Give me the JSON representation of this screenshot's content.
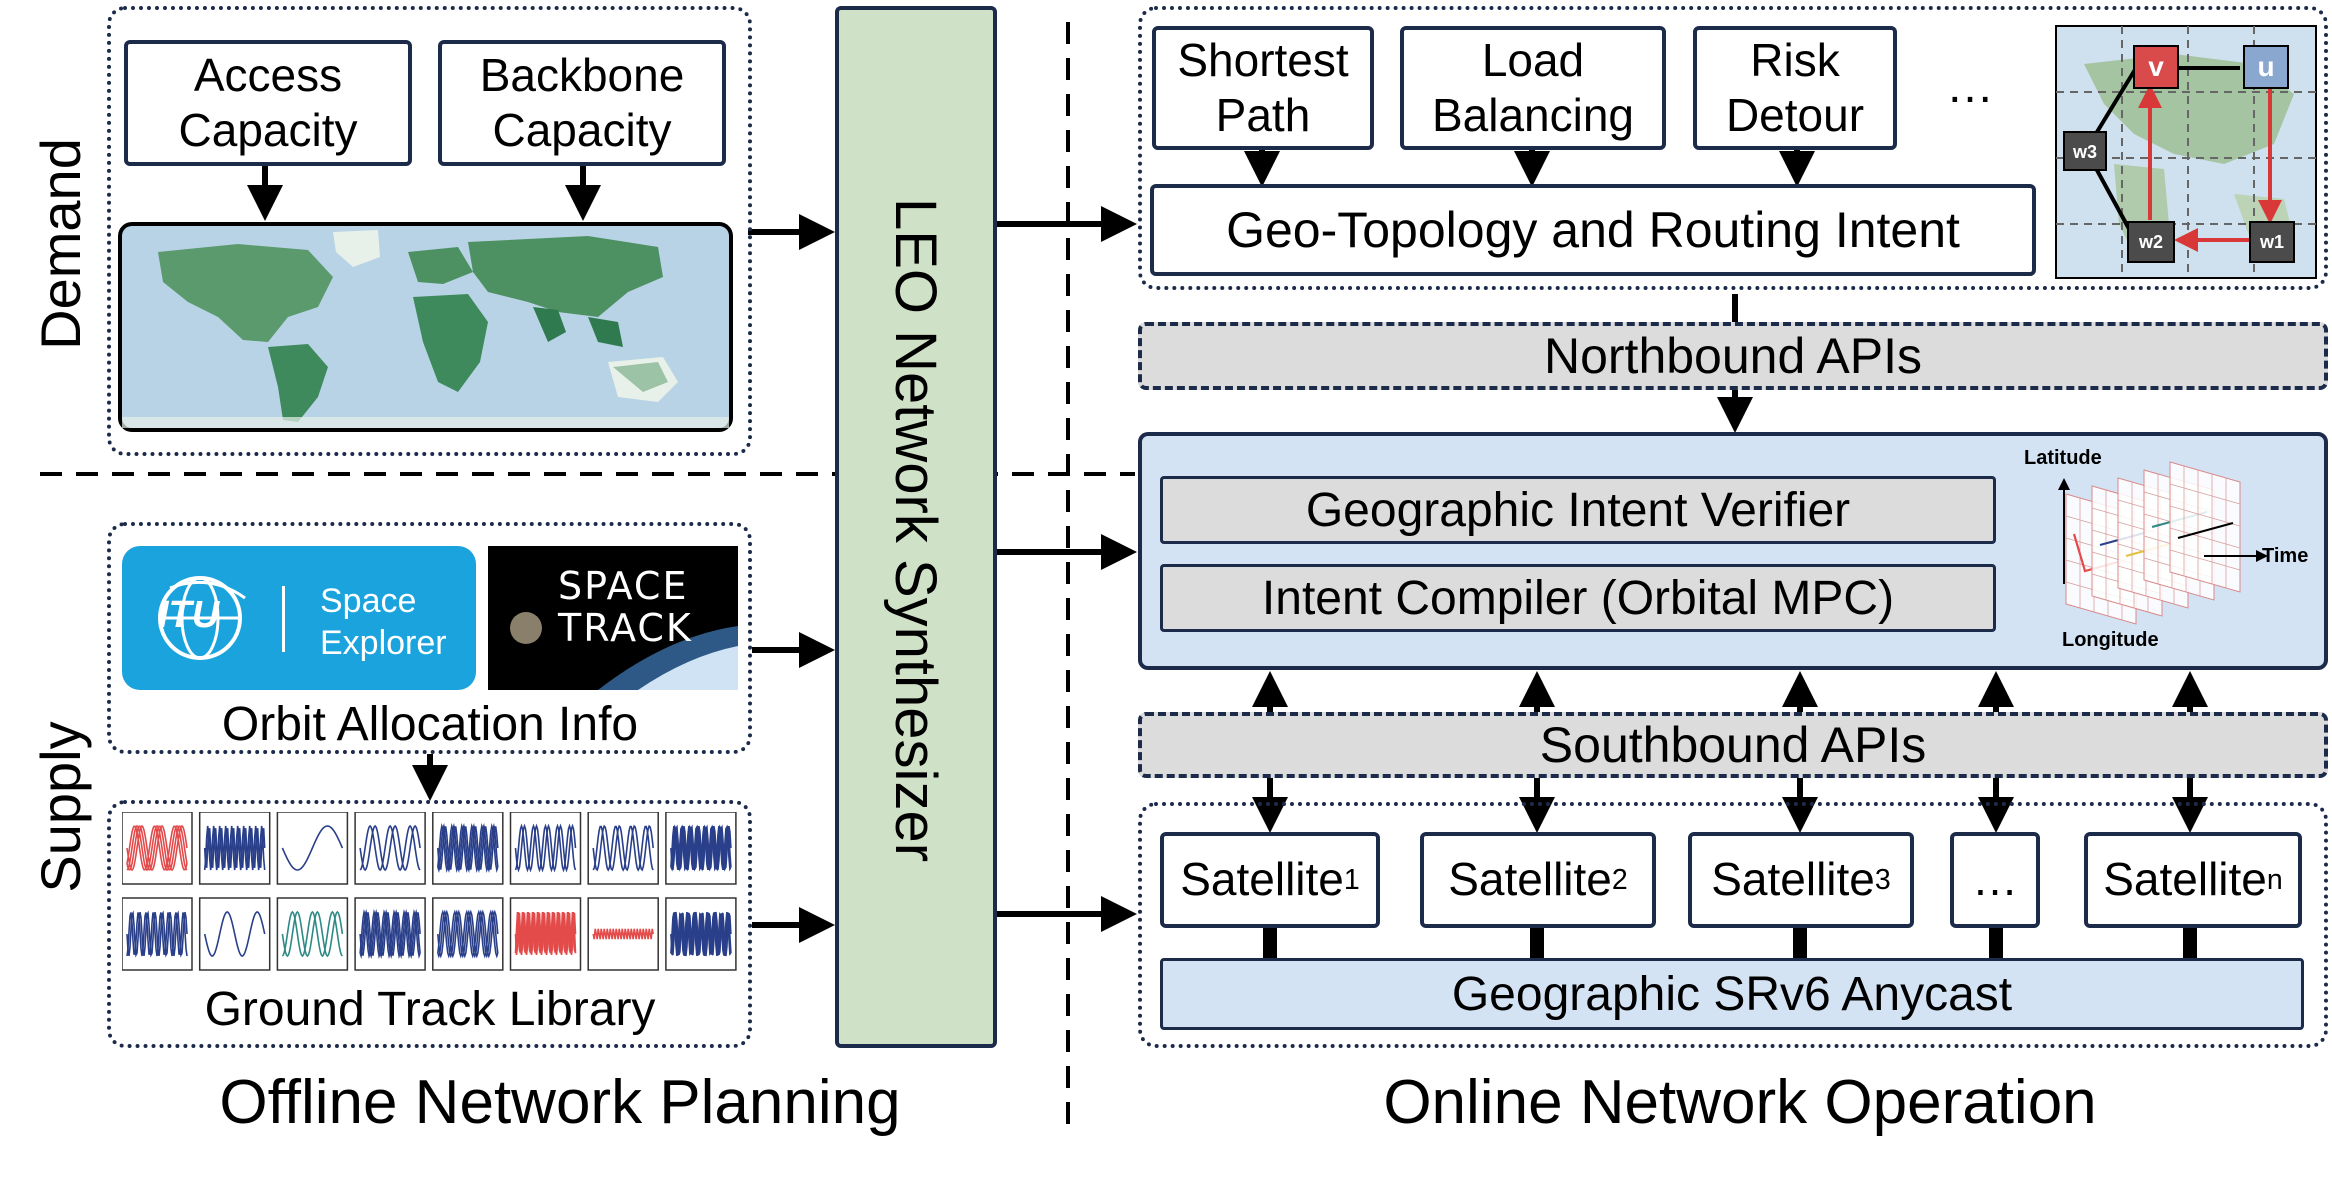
{
  "side_labels": {
    "demand": "Demand",
    "supply": "Supply"
  },
  "demand": {
    "access": "Access\nCapacity",
    "backbone": "Backbone\nCapacity"
  },
  "supply": {
    "itu": {
      "logo_text": "ITU",
      "line1": "Space",
      "line2": "Explorer"
    },
    "spacetrack": {
      "line1": "SPACE",
      "line2": "TRACK"
    },
    "orbit_label": "Orbit Allocation Info",
    "library_label": "Ground Track Library"
  },
  "synthesizer": "LEO Network Synthesizer",
  "intents": {
    "shortest": "Shortest\nPath",
    "load": "Load\nBalancing",
    "risk": "Risk\nDetour",
    "more": "…",
    "geo_topology": "Geo-Topology and Routing Intent"
  },
  "topology": {
    "v": "v",
    "u": "u",
    "w1": "w1",
    "w2": "w2",
    "w3": "w3"
  },
  "northbound": "Northbound APIs",
  "controller": {
    "verifier": "Geographic Intent Verifier",
    "compiler": "Intent Compiler (Orbital MPC)",
    "axis_lat": "Latitude",
    "axis_time": "Time",
    "axis_lon": "Longitude"
  },
  "southbound": "Southbound APIs",
  "satellites": [
    {
      "name": "Satellite",
      "sub": "1"
    },
    {
      "name": "Satellite",
      "sub": "2"
    },
    {
      "name": "Satellite",
      "sub": "3"
    },
    {
      "name": "…",
      "sub": ""
    },
    {
      "name": "Satellite",
      "sub": "n"
    }
  ],
  "srv6": "Geographic SRv6 Anycast",
  "footer": {
    "offline": "Offline Network Planning",
    "online": "Online Network Operation"
  },
  "colors": {
    "synth_fill": "#cfe1c6",
    "blue_fill": "#d4e3f4",
    "gray_fill": "#dcdcdc",
    "itu_blue": "#1aa3dc",
    "ocean": "#b9d3e6",
    "land": "#3f8a5c",
    "track_red": "#e34b4b",
    "track_blue": "#2a3f8a",
    "track_teal": "#2f8a86",
    "node_red": "#d94b4b",
    "node_blue": "#8aa8cf",
    "node_gray": "#4b4b4b"
  }
}
